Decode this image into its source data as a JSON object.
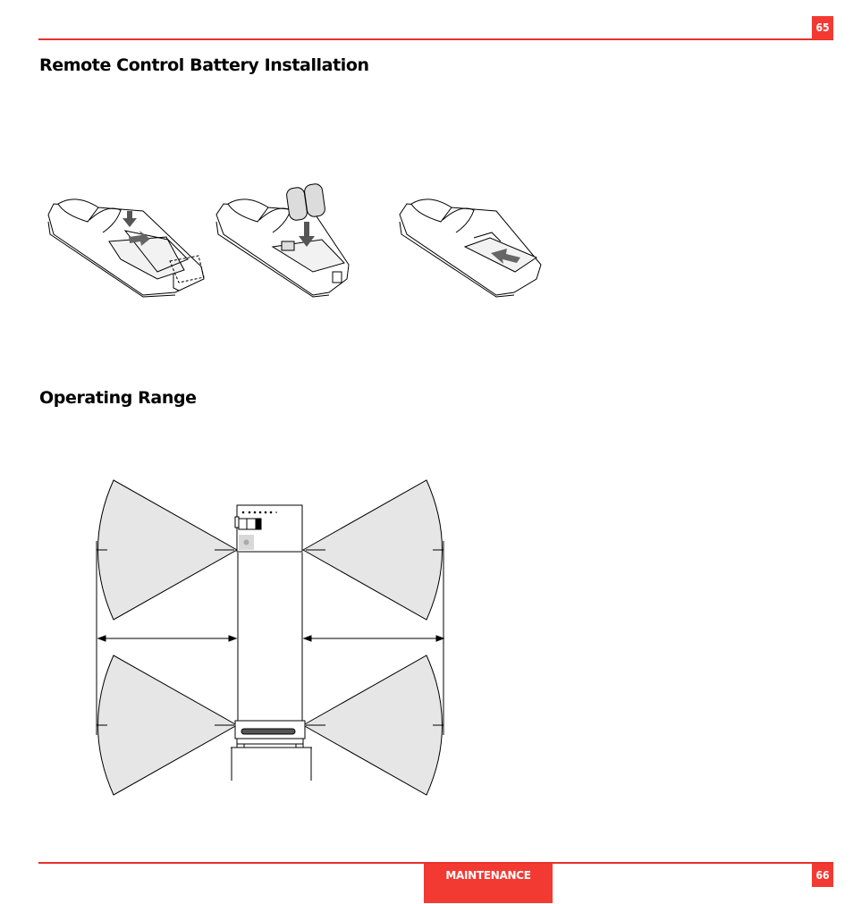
{
  "header": {
    "page_number": "65"
  },
  "sections": {
    "battery": {
      "title": "Remote Control Battery Installation"
    },
    "range": {
      "title": "Operating Range"
    }
  },
  "footer": {
    "section_label": "MAINTENANCE",
    "page_number": "66"
  },
  "colors": {
    "accent": "#f33a32",
    "rule": "#e8302c",
    "beam_fill": "#e6e6e6"
  }
}
